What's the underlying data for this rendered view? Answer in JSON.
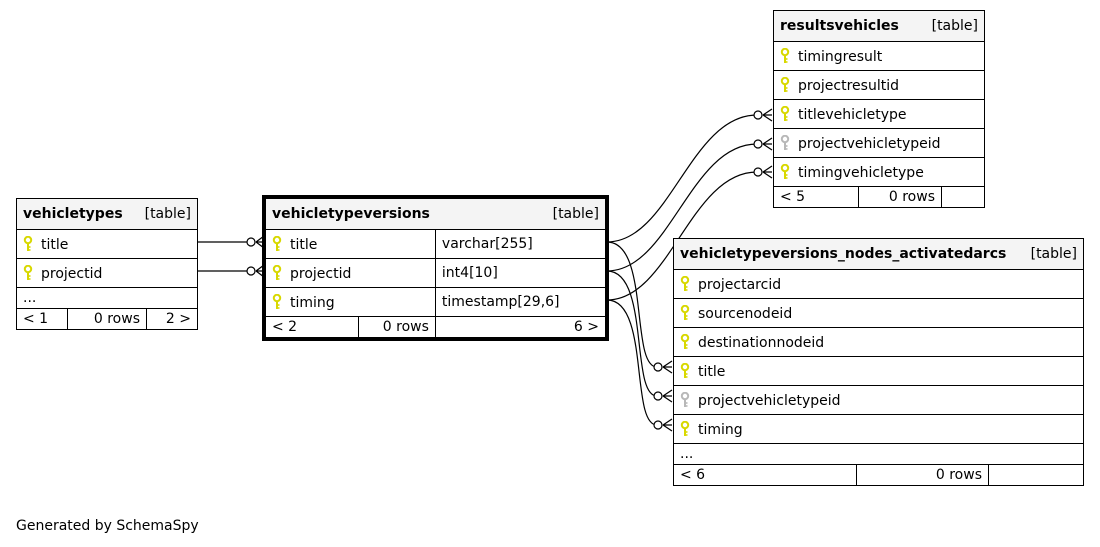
{
  "colors": {
    "pk_key": "#d8d800",
    "fk_key": "#b8b8b8",
    "header_bg": "#f4f4f4"
  },
  "vehicletypes": {
    "name": "vehicletypes",
    "tag": "[table]",
    "cols": [
      "title",
      "projectid"
    ],
    "more": "...",
    "footer": [
      "< 1",
      "0 rows",
      "2 >"
    ]
  },
  "vehicletypeversions": {
    "name": "vehicletypeversions",
    "tag": "[table]",
    "cols": [
      {
        "name": "title",
        "type": "varchar[255]"
      },
      {
        "name": "projectid",
        "type": "int4[10]"
      },
      {
        "name": "timing",
        "type": "timestamp[29,6]"
      }
    ],
    "footer": [
      "< 2",
      "0 rows",
      "6 >"
    ]
  },
  "resultsvehicles": {
    "name": "resultsvehicles",
    "tag": "[table]",
    "cols": [
      "timingresult",
      "projectresultid",
      "titlevehicletype",
      "projectvehicletypeid",
      "timingvehicletype"
    ],
    "footer": [
      "< 5",
      "0 rows",
      ""
    ]
  },
  "activatedarcs": {
    "name": "vehicletypeversions_nodes_activatedarcs",
    "tag": "[table]",
    "cols": [
      "projectarcid",
      "sourcenodeid",
      "destinationnodeid",
      "title",
      "projectvehicletypeid",
      "timing"
    ],
    "more": "...",
    "footer": [
      "< 6",
      "0 rows",
      ""
    ]
  },
  "generated_by": "Generated by SchemaSpy"
}
